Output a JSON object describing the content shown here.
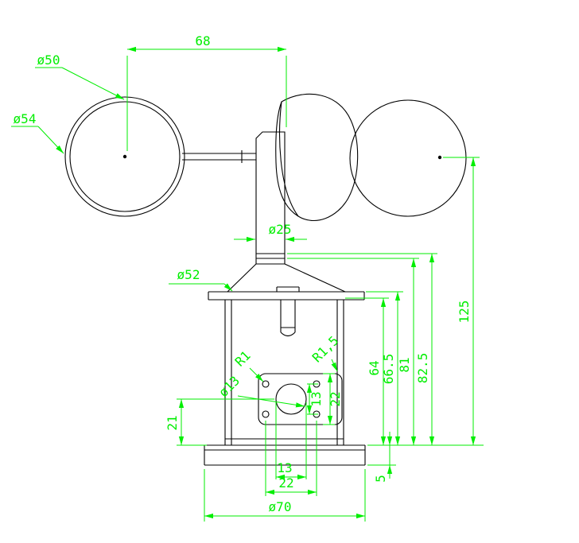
{
  "colors": {
    "background": "#ffffff",
    "outline": "#000000",
    "dimension_green": "#00ee00"
  },
  "annotations": {
    "arm_span": "68",
    "cup_inner_dia": "ø50",
    "cup_outer_dia": "ø54",
    "shaft_dia": "ø25",
    "collar_dia": "ø52",
    "fillet_small": "R1",
    "fillet_large": "R1,5",
    "center_hole_dia": "ø13",
    "hole_row_spacing": "13",
    "plate_height": "22",
    "plate_to_base": "21",
    "body_height": "64",
    "housing_height": "66.5",
    "shaft_bottom_height": "81",
    "shaft_joint_height": "82.5",
    "overall_height": "125",
    "base_plate_thickness": "5",
    "center_hole_width": "13",
    "hole_column_spacing": "22",
    "base_dia": "ø70"
  }
}
